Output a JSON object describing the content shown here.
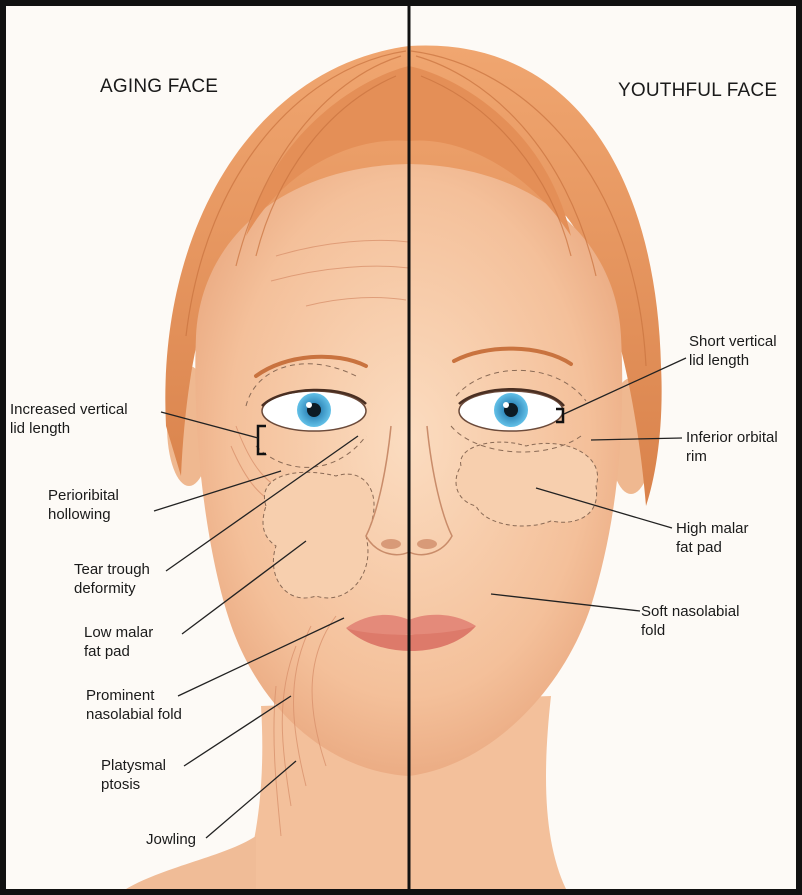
{
  "headers": {
    "left": "AGING FACE",
    "right": "YOUTHFUL FACE"
  },
  "left_labels": [
    {
      "id": "increased-vertical-lid-length",
      "text": "Increased vertical\nlid length"
    },
    {
      "id": "periorbital-hollowing",
      "text": "Perioribital\nhollowing"
    },
    {
      "id": "tear-trough-deformity",
      "text": "Tear trough\ndeformity"
    },
    {
      "id": "low-malar-fat-pad",
      "text": "Low malar\nfat pad"
    },
    {
      "id": "prominent-nasolabial-fold",
      "text": "Prominent\nnasolabial fold"
    },
    {
      "id": "platysmal-ptosis",
      "text": "Platysmal\nptosis"
    },
    {
      "id": "jowling",
      "text": "Jowling"
    }
  ],
  "right_labels": [
    {
      "id": "short-vertical-lid-length",
      "text": "Short vertical\nlid length"
    },
    {
      "id": "inferior-orbital-rim",
      "text": "Inferior orbital\nrim"
    },
    {
      "id": "high-malar-fat-pad",
      "text": "High malar\nfat pad"
    },
    {
      "id": "soft-nasolabial-fold",
      "text": "Soft nasolabial\nfold"
    }
  ],
  "colors": {
    "skin": "#f6c9a5",
    "skin_shadow": "#e9a983",
    "hair": "#e99a63",
    "hair_dark": "#c9733f",
    "iris": "#3fa6d6",
    "lips": "#e48a7a",
    "divider": "#111111",
    "leader": "#222222"
  }
}
